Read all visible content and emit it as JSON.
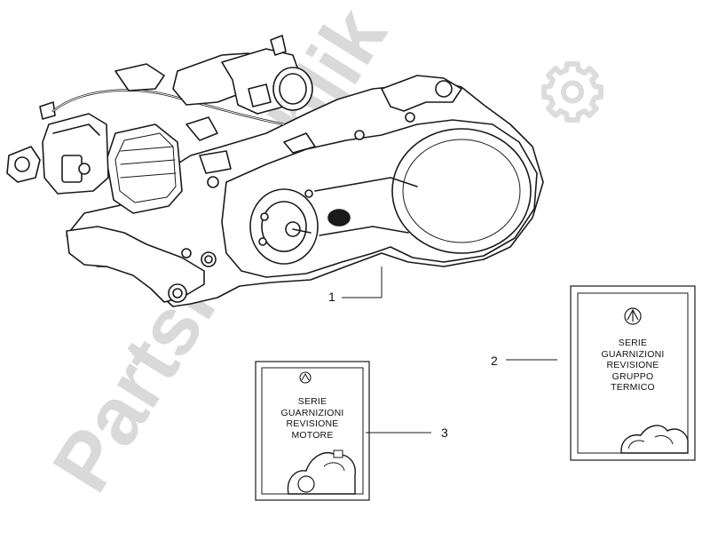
{
  "watermark": {
    "text": "PartsRepublik",
    "color": "#d9d9d9",
    "icon": "gear-icon"
  },
  "callouts": {
    "engine": "1",
    "cylinder_gasket_kit": "2",
    "engine_gasket_kit": "3"
  },
  "kit_cylinder": {
    "lines": [
      "SERIE",
      "GUARNIZIONI",
      "REVISIONE",
      "GRUPPO",
      "TERMICO"
    ],
    "brand_icon": "piaggio-logo-icon"
  },
  "kit_engine": {
    "lines": [
      "SERIE",
      "GUARNIZIONI",
      "REVISIONE",
      "MOTORE"
    ],
    "brand_icon": "piaggio-logo-icon"
  }
}
